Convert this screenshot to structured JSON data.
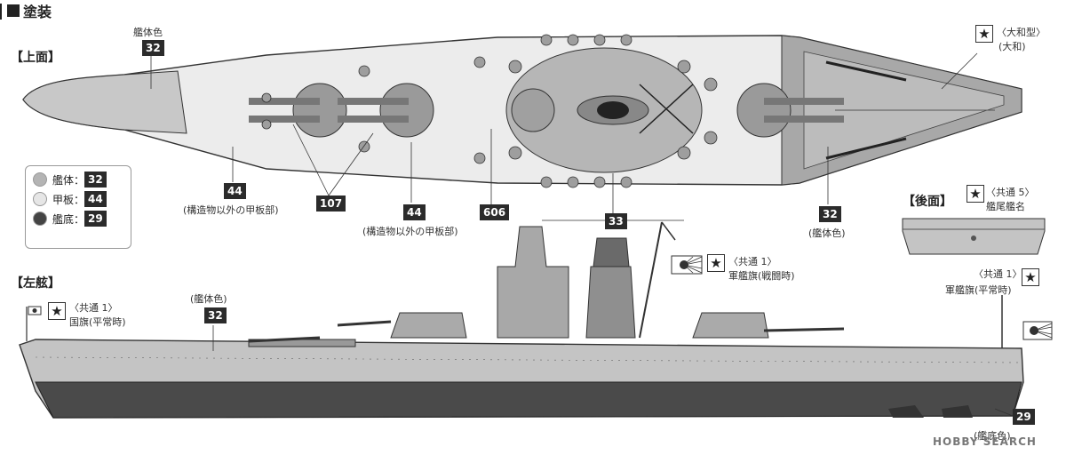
{
  "header": {
    "title": "塗装"
  },
  "sections": {
    "top": "【上面】",
    "left": "【左舷】",
    "rear": "【後面】"
  },
  "legend": [
    {
      "label": "艦体：",
      "code": "32",
      "color": "#b4b4b4"
    },
    {
      "label": "甲板：",
      "code": "44",
      "color": "#e6e6e6"
    },
    {
      "label": "艦底：",
      "code": "29",
      "color": "#444444"
    }
  ],
  "top_callouts": {
    "hull_color_label": "艦体色",
    "hull_color_code": "32",
    "deck_code_a": "44",
    "deck_text_a": "(構造物以外の甲板部)",
    "code_107": "107",
    "deck_code_b": "44",
    "deck_text_b": "(構造物以外の甲板部)",
    "code_606": "606",
    "code_33": "33",
    "stern_code": "32",
    "stern_text": "(艦体色)",
    "yamato_type": "〈大和型〉",
    "yamato": "(大和)"
  },
  "side_callouts": {
    "hull_color_label": "(艦体色)",
    "hull_code": "32",
    "common1_a": "〈共通 1〉",
    "national_flag": "国旗(平常時)",
    "common1_b": "〈共通 1〉",
    "battle_flag": "軍艦旗(戦闘時)",
    "common1_c": "〈共通 1〉",
    "peace_flag": "軍艦旗(平常時)",
    "bottom_code": "29",
    "bottom_text": "(艦底色)"
  },
  "rear_callouts": {
    "common5": "〈共通 5〉",
    "stern_name": "艦尾艦名"
  },
  "icons": {
    "star": "★"
  },
  "watermark": "HOBBY SEARCH"
}
